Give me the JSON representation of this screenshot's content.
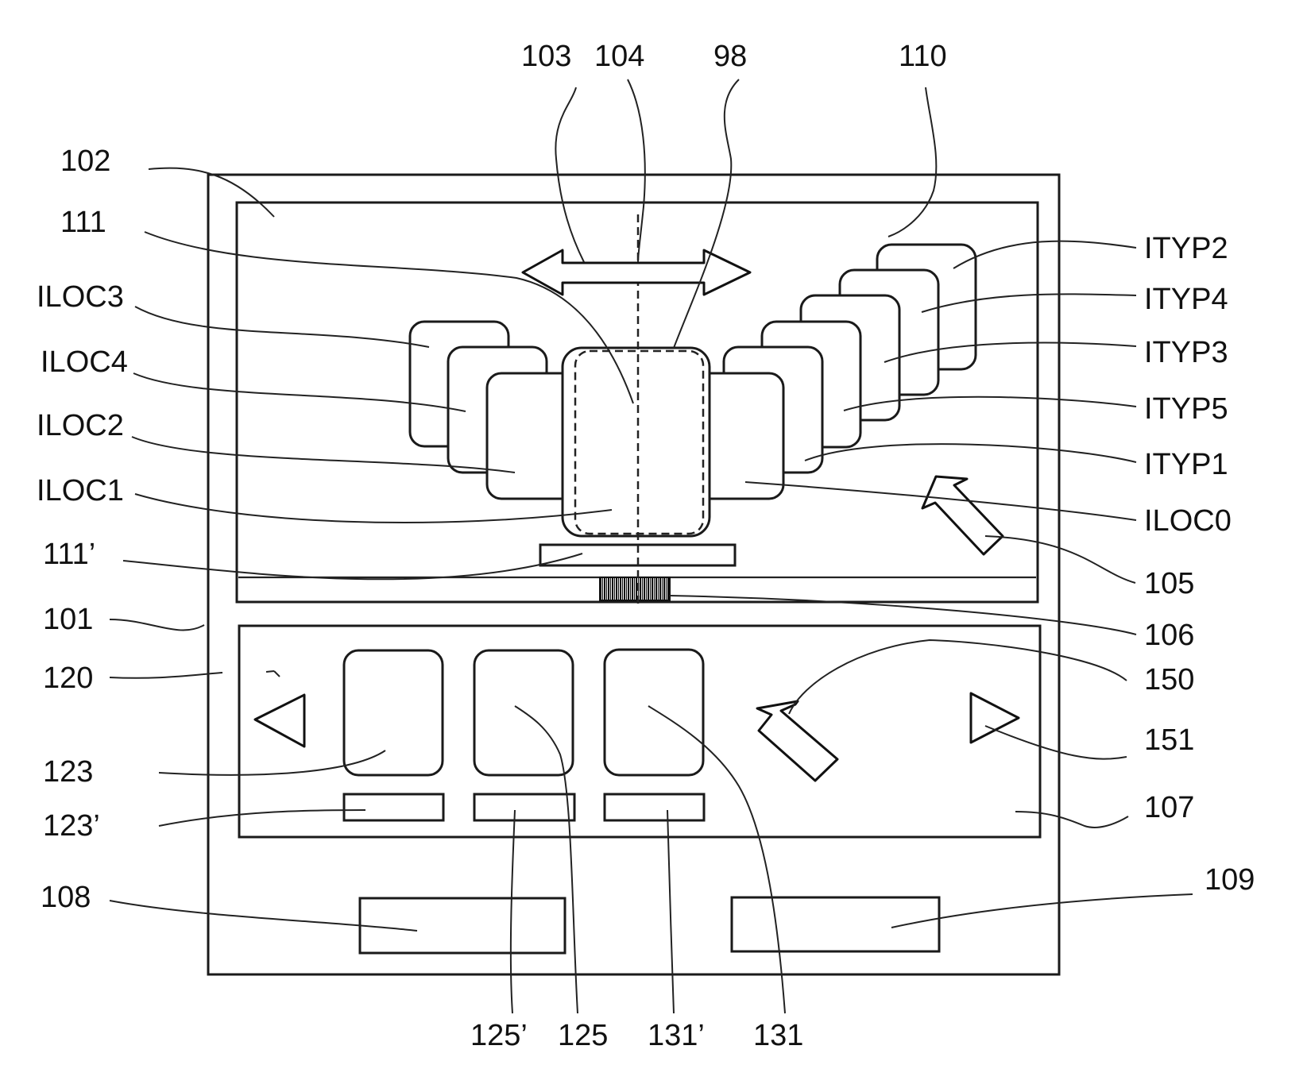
{
  "figure": {
    "labels": {
      "l103": "103",
      "l104": "104",
      "l98": "98",
      "l110": "110",
      "l102": "102",
      "l111": "111",
      "iloc3": "ILOC3",
      "iloc4": "ILOC4",
      "iloc2": "ILOC2",
      "iloc1": "ILOC1",
      "l111p": "111’",
      "l101": "101",
      "l120": "120",
      "l123": "123",
      "l123p": "123’",
      "l108": "108",
      "ityp2": "ITYP2",
      "ityp4": "ITYP4",
      "ityp3": "ITYP3",
      "ityp5": "ITYP5",
      "ityp1": "ITYP1",
      "iloc0": "ILOC0",
      "l105": "105",
      "l106": "106",
      "l150": "150",
      "l151": "151",
      "l107": "107",
      "l109": "109",
      "l125p": "125’",
      "l125": "125",
      "l131p": "131’",
      "l131": "131"
    }
  }
}
